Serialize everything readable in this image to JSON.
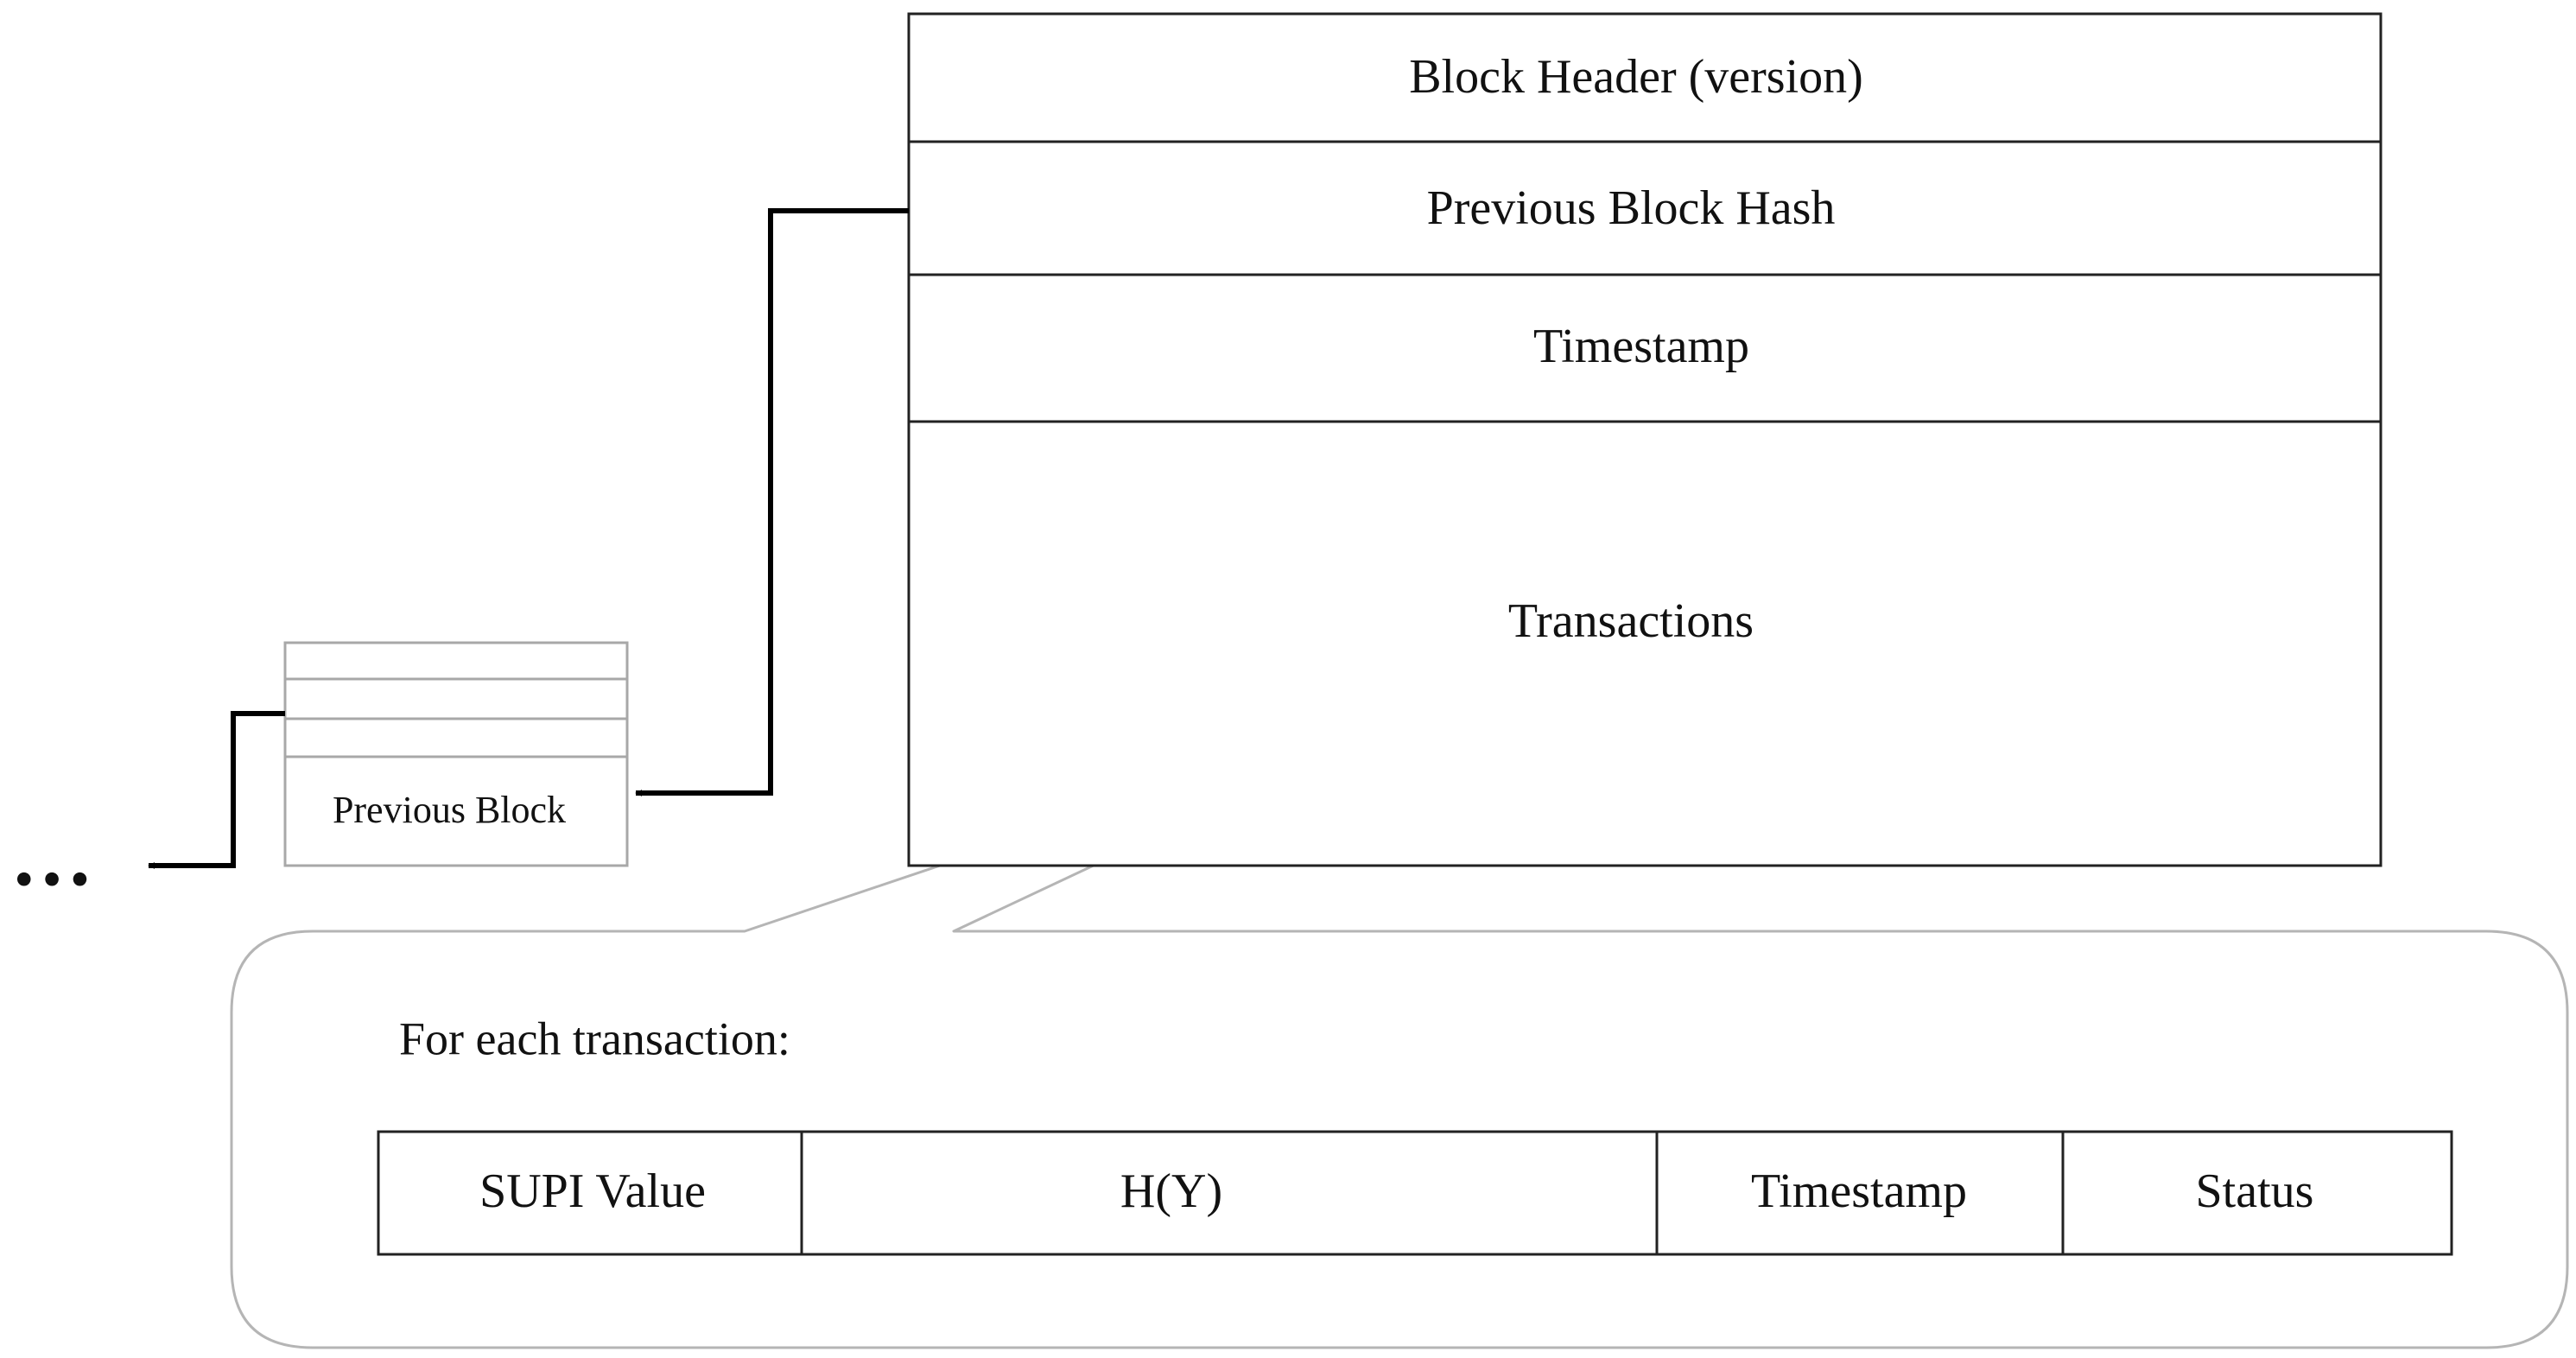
{
  "block": {
    "fields": [
      "Block Header (version)",
      "Previous Block Hash",
      "Timestamp",
      "Transactions"
    ]
  },
  "previous_block": {
    "label": "Previous Block"
  },
  "chain_continuation": "…",
  "transaction_callout": {
    "heading": "For each transaction:",
    "columns": [
      "SUPI Value",
      "H(Y)",
      "Timestamp",
      "Status"
    ]
  }
}
